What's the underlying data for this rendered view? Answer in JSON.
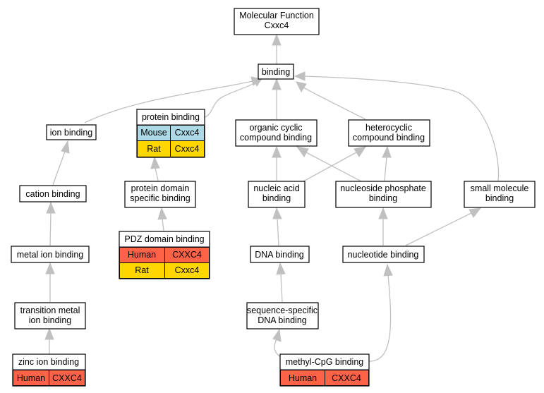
{
  "colors": {
    "human": "#ff6347",
    "mouse": "#add8e6",
    "rat": "#ffd700",
    "edge": "#c0c0c0"
  },
  "nodes": {
    "molecular_function": [
      "Molecular Function",
      "Cxxc4"
    ],
    "binding": [
      "binding"
    ],
    "ion_binding": [
      "ion binding"
    ],
    "protein_binding": [
      "protein binding"
    ],
    "organic_cyclic": [
      "organic cyclic",
      "compound binding"
    ],
    "heterocyclic": [
      "heterocyclic",
      "compound binding"
    ],
    "cation_binding": [
      "cation binding"
    ],
    "protein_domain": [
      "protein domain",
      "specific binding"
    ],
    "nucleic_acid": [
      "nucleic acid",
      "binding"
    ],
    "nucleoside_phosphate": [
      "nucleoside phosphate",
      "binding"
    ],
    "small_molecule": [
      "small molecule",
      "binding"
    ],
    "metal_ion": [
      "metal ion binding"
    ],
    "pdz_domain": [
      "PDZ domain binding"
    ],
    "dna_binding": [
      "DNA binding"
    ],
    "nucleotide_binding": [
      "nucleotide binding"
    ],
    "transition_metal": [
      "transition metal",
      "ion binding"
    ],
    "sequence_specific": [
      "sequence-specific",
      "DNA binding"
    ],
    "zinc_ion": [
      "zinc ion binding"
    ],
    "methyl_cpg": [
      "methyl-CpG binding"
    ]
  },
  "annotations": {
    "protein_binding": [
      [
        "Mouse",
        "Cxxc4"
      ],
      [
        "Rat",
        "Cxxc4"
      ]
    ],
    "pdz_domain": [
      [
        "Human",
        "CXXC4"
      ],
      [
        "Rat",
        "Cxxc4"
      ]
    ],
    "zinc_ion": [
      [
        "Human",
        "CXXC4"
      ]
    ],
    "methyl_cpg": [
      [
        "Human",
        "CXXC4"
      ]
    ]
  }
}
